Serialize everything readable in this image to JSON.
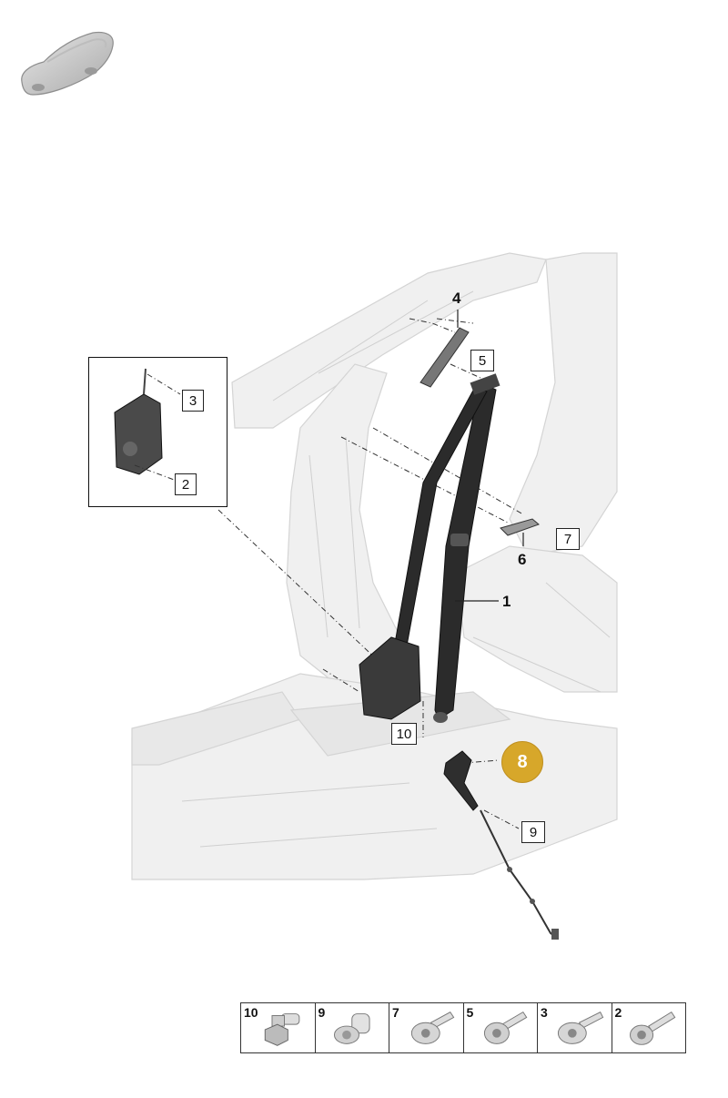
{
  "callouts": {
    "c1": "1",
    "c2": "2",
    "c3": "3",
    "c4": "4",
    "c5": "5",
    "c6": "6",
    "c7": "7",
    "c8": "8",
    "c9": "9",
    "c10": "10"
  },
  "highlight_color": "#d7a72a",
  "parts_table": [
    "10",
    "9",
    "7",
    "5",
    "3",
    "2"
  ]
}
